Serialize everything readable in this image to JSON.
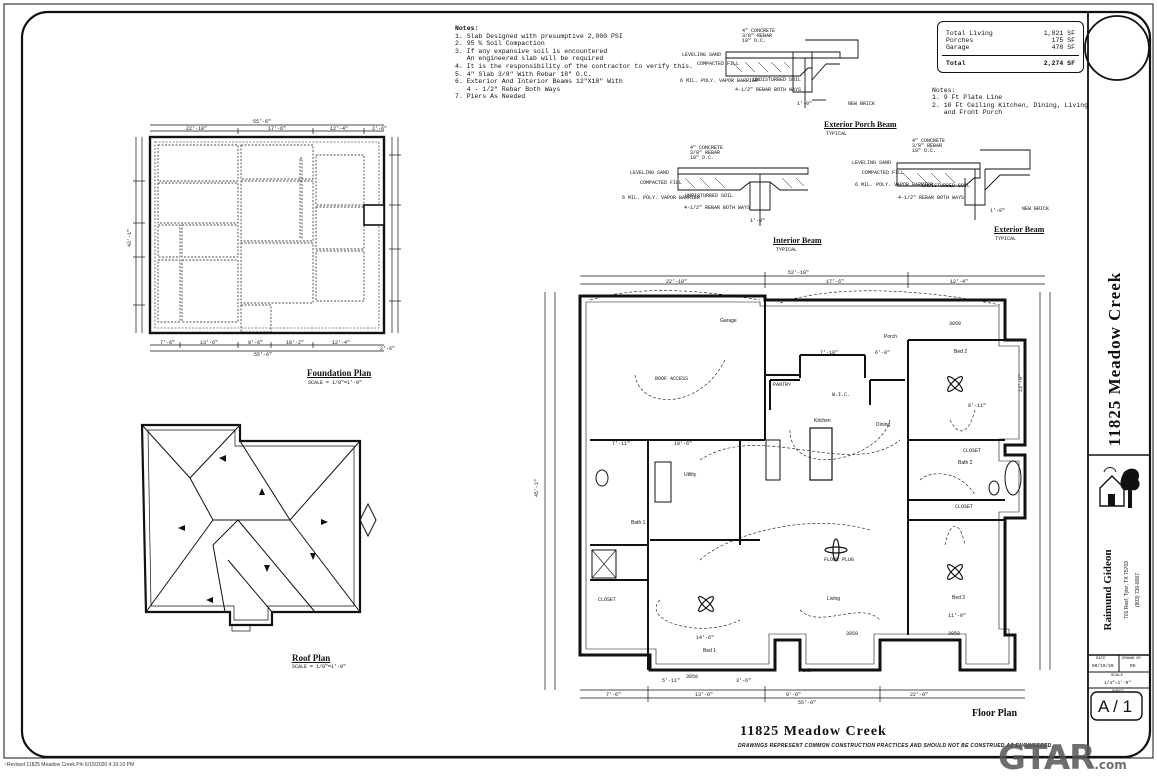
{
  "notes": {
    "heading": "Notes:",
    "lines": [
      "1. Slab Designed with presumptive 2,000 PSI",
      "2. 95 % Soil Compaction",
      "3. If any expansive soil is encountered",
      "   An engineered slab will be required",
      "4. It is the responsibility of the contractor to verify this.",
      "5. 4\" Slab 3/8\" With Rebar 18\" O.C.",
      "6. Exterior And Interior Beams 12\"X18\" With",
      "   4 - 1/2\" Rebar Both Ways",
      "7. Piers As Needed"
    ]
  },
  "areas": {
    "rows": [
      {
        "label": "Total Living",
        "value": "1,821 SF"
      },
      {
        "label": "Porches",
        "value": "175 SF"
      },
      {
        "label": "Garage",
        "value": "478 SF"
      }
    ],
    "total_label": "Total",
    "total_value": "2,274 SF"
  },
  "notes2": {
    "heading": "Notes:",
    "lines": [
      "1. 9 Ft Plate Line",
      "2. 10 Ft Ceiling Kitchen, Dining, Living",
      "   and Front Porch"
    ]
  },
  "details": {
    "exterior_porch_beam": "Exterior Porch Beam",
    "interior_beam": "Interior Beam",
    "exterior_beam": "Exterior Beam",
    "typical": "TYPICAL",
    "callouts": {
      "concrete": "4\" CONCRETE",
      "rebar": "3/8\" REBAR",
      "oc": "18\" O.C.",
      "leveling": "LEVELING SAND",
      "compacted": "COMPACTED FILL",
      "poly": "6 MIL. POLY. VAPOR BARRIER",
      "undisturbed": "UNDISTURBED SOIL",
      "rebar2": "4-1/2\" REBAR BOTH WAYS",
      "brick": "NEW BRICK",
      "dim": "1'-0\""
    }
  },
  "foundation": {
    "title": "Foundation Plan",
    "scale": "SCALE = 1/8\"=1'-0\"",
    "top_dims": [
      "22'-10\"",
      "17'-6\"",
      "12'-4\"",
      "2'-6\""
    ],
    "overall": "55'-6\"",
    "bottom_dims": [
      "7'-6\"",
      "13'-6\"",
      "9'-6\"",
      "10'-2\"",
      "12'-4\""
    ],
    "bottom_overall": "55'-6\"",
    "bottom_side": "2'-6\"",
    "left_overall": "42'-1\""
  },
  "roof": {
    "title": "Roof Plan",
    "scale": "SCALE = 1/8\"=1'-0\""
  },
  "floor": {
    "title": "Floor Plan",
    "top_overall": "52'-10\"",
    "top_dims": [
      "22'-10\"",
      "17'-6\"",
      "12'-4\""
    ],
    "bottom_dims": [
      "7'-6\"",
      "13'-6\"",
      "9'-6\"",
      "22'-6\""
    ],
    "bottom_overall": "55'-6\"",
    "left_overall": "45'-1\"",
    "rooms": {
      "garage": "Garage",
      "porch_top": "Porch",
      "bed2": "Bed 2",
      "bed3": "Bed 3",
      "bed1": "Bed 1",
      "kitchen": "Kitchen",
      "dining": "Dining",
      "utility": "Utility",
      "bath1": "Bath 1",
      "bath2": "Bath 2",
      "living": "Living",
      "porch_bottom": "Porch",
      "pantry": "PANTRY",
      "closet": "CLOSET",
      "wic": "W.I.C.",
      "floor_plug": "FLOOR PLUG",
      "roof_access": "ROOF ACCESS"
    },
    "dims": {
      "d1": "7'-11\"",
      "d2": "6'-8\"",
      "d3": "8'-11\"",
      "d4": "7'-10\"",
      "d5": "14'-6\"",
      "d6": "11'-0\"",
      "d7": "13'-0\"",
      "d8": "10'-6\"",
      "d9": "5'-11\"",
      "d10": "3'-6\"",
      "w3050": "3050"
    }
  },
  "title_block": {
    "project": "11825 Meadow Creek",
    "company": "Raimund Gideon",
    "company_addr": "701 Reef, Tyler, TX 75703",
    "company_phone": "(903) 730-8007",
    "date_label": "DATE",
    "date_value": "06/10/20",
    "drawn_label": "DRAWN BY",
    "drawn_value": "RH",
    "scale_label": "SCALE",
    "scale_value": "1/4\"=1'-0\"",
    "sheet_label": "SHEET",
    "sheet_value": "A / 1"
  },
  "bottom": {
    "title": "11825 Meadow Creek",
    "disclaimer": "DRAWINGS REPRESENT COMMON CONSTRUCTION PRACTICES AND SHOULD NOT BE CONSTRUED AS ENGINEERED..."
  },
  "footer": {
    "text": "~Revised 11825 Meadow Creek.Pln 6/15/2020 4:10:10 PM"
  },
  "watermark": {
    "main": "GTAR",
    "suffix": ".com"
  }
}
